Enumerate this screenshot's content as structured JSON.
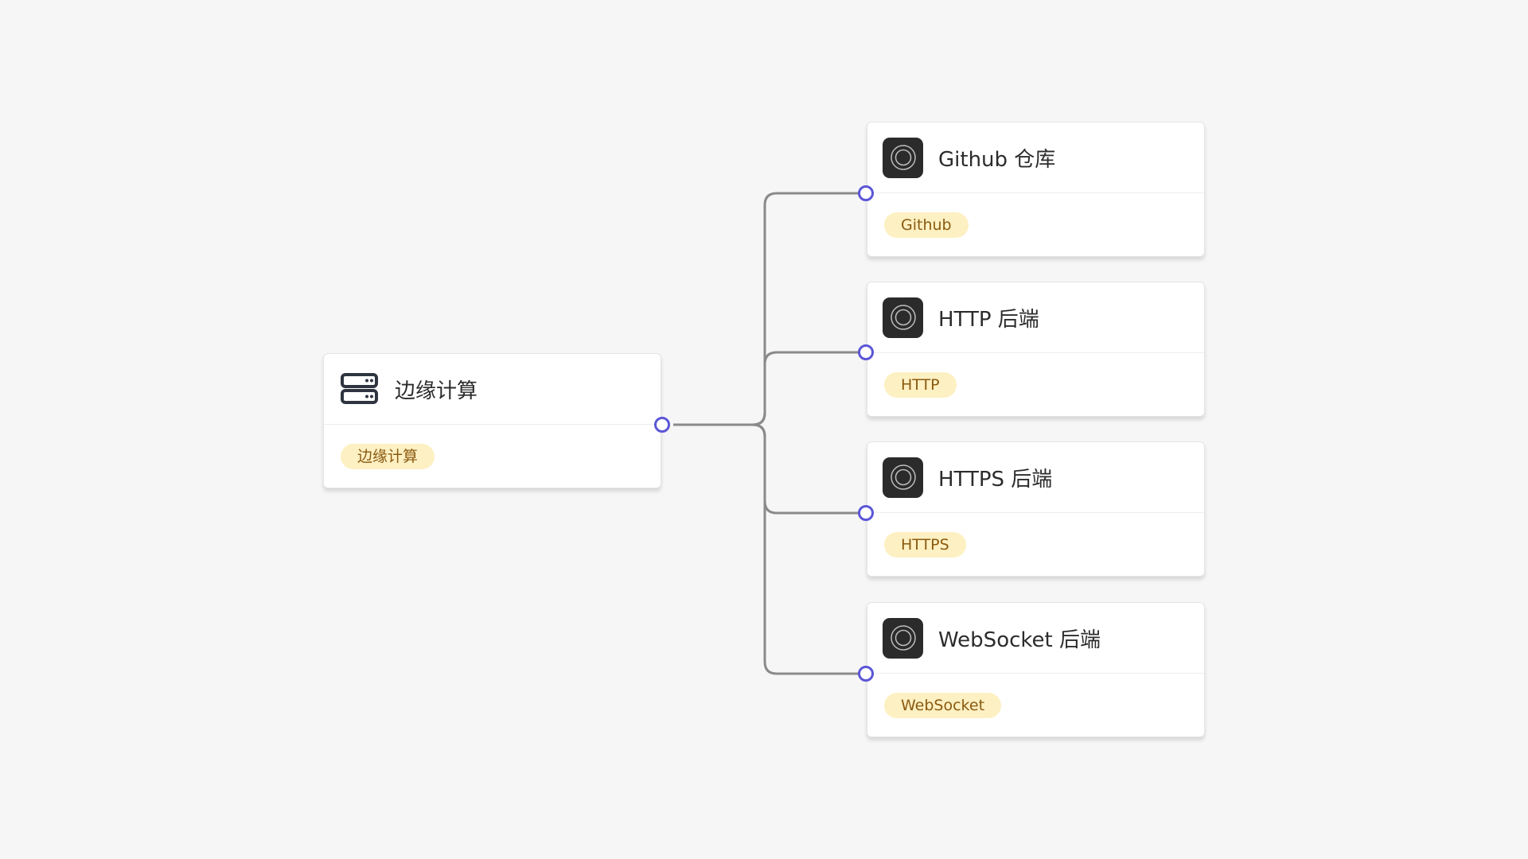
{
  "diagram": {
    "colors": {
      "background": "#f6f6f6",
      "edge": "#8a8a8a",
      "port": "#5b56d6",
      "tag_bg": "#fdf0c2",
      "tag_text": "#8a5a10",
      "icon_bg": "#2b2b2b"
    },
    "root": {
      "title": "边缘计算",
      "tag": "边缘计算",
      "icon": "server-icon"
    },
    "children": [
      {
        "title": "Github 仓库",
        "tag": "Github",
        "icon": "circle-target-icon"
      },
      {
        "title": "HTTP 后端",
        "tag": "HTTP",
        "icon": "circle-target-icon"
      },
      {
        "title": "HTTPS 后端",
        "tag": "HTTPS",
        "icon": "circle-target-icon"
      },
      {
        "title": "WebSocket 后端",
        "tag": "WebSocket",
        "icon": "circle-target-icon"
      }
    ]
  }
}
